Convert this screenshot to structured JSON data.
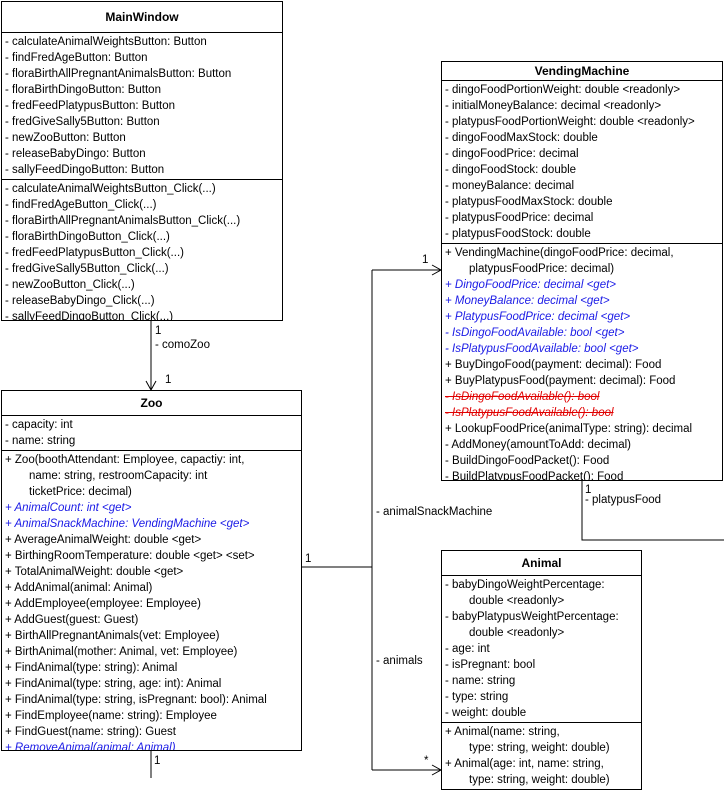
{
  "classes": {
    "mainwindow": {
      "name": "MainWindow",
      "fields": [
        "- calculateAnimalWeightsButton: Button",
        "- findFredAgeButton: Button",
        "- floraBirthAllPregnantAnimalsButton: Button",
        "- floraBirthDingoButton: Button",
        "- fredFeedPlatypusButton: Button",
        "- fredGiveSally5Button: Button",
        "- newZooButton: Button",
        "- releaseBabyDingo: Button",
        "- sallyFeedDingoButton: Button"
      ],
      "methods": [
        "- calculateAnimalWeightsButton_Click(...)",
        "- findFredAgeButton_Click(...)",
        "- floraBirthAllPregnantAnimalsButton_Click(...)",
        "- floraBirthDingoButton_Click(...)",
        "- fredFeedPlatypusButton_Click(...)",
        "- fredGiveSally5Button_Click(...)",
        "- newZooButton_Click(...)",
        "- releaseBabyDingo_Click(...)",
        "- sallyFeedDingoButton_Click(...)"
      ]
    },
    "vendingmachine": {
      "name": "VendingMachine",
      "fields": [
        "- dingoFoodPortionWeight: double <readonly>",
        "- initialMoneyBalance: decimal <readonly>",
        "- platypusFoodPortionWeight: double <readonly>",
        "- dingoFoodMaxStock: double",
        "- dingoFoodPrice: decimal",
        "- dingoFoodStock: double",
        "- moneyBalance: decimal",
        "- platypusFoodMaxStock: double",
        "- platypusFoodPrice: decimal",
        "- platypusFoodStock: double"
      ],
      "methods": [
        {
          "text": "+ VendingMachine(dingoFoodPrice: decimal,",
          "style": "normal"
        },
        {
          "text": "platypusFoodPrice: decimal)",
          "style": "cont"
        },
        {
          "text": "+ DingoFoodPrice: decimal <get>",
          "style": "prop"
        },
        {
          "text": "+ MoneyBalance: decimal <get>",
          "style": "prop"
        },
        {
          "text": "+ PlatypusFoodPrice: decimal <get>",
          "style": "prop"
        },
        {
          "text": "- IsDingoFoodAvailable: bool <get>",
          "style": "prop"
        },
        {
          "text": "- IsPlatypusFoodAvailable: bool <get>",
          "style": "prop"
        },
        {
          "text": "+ BuyDingoFood(payment: decimal): Food",
          "style": "normal"
        },
        {
          "text": "+ BuyPlatypusFood(payment: decimal): Food",
          "style": "normal"
        },
        {
          "text": "- IsDingoFoodAvailable(): bool",
          "style": "strike"
        },
        {
          "text": "- IsPlatypusFoodAvailable(): bool",
          "style": "strike"
        },
        {
          "text": "+ LookupFoodPrice(animalType: string): decimal",
          "style": "normal"
        },
        {
          "text": "- AddMoney(amountToAdd: decimal)",
          "style": "normal"
        },
        {
          "text": "- BuildDingoFoodPacket(): Food",
          "style": "normal"
        },
        {
          "text": "- BuildPlatypusFoodPacket(): Food",
          "style": "normal"
        }
      ]
    },
    "zoo": {
      "name": "Zoo",
      "fields": [
        "- capacity: int",
        "- name: string"
      ],
      "methods": [
        {
          "text": "+ Zoo(boothAttendant: Employee, capactiy: int,",
          "style": "normal"
        },
        {
          "text": "name: string, restroomCapacity: int",
          "style": "cont"
        },
        {
          "text": "ticketPrice: decimal)",
          "style": "cont"
        },
        {
          "text": "+ AnimalCount: int <get>",
          "style": "prop"
        },
        {
          "text": "+ AnimalSnackMachine: VendingMachine <get>",
          "style": "prop"
        },
        {
          "text": "+ AverageAnimalWeight: double <get>",
          "style": "normal"
        },
        {
          "text": "+ BirthingRoomTemperature: double <get> <set>",
          "style": "normal"
        },
        {
          "text": "+ TotalAnimalWeight: double <get>",
          "style": "normal"
        },
        {
          "text": "+ AddAnimal(animal: Animal)",
          "style": "normal"
        },
        {
          "text": "+ AddEmployee(employee: Employee)",
          "style": "normal"
        },
        {
          "text": "+ AddGuest(guest: Guest)",
          "style": "normal"
        },
        {
          "text": "+ BirthAllPregnantAnimals(vet: Employee)",
          "style": "normal"
        },
        {
          "text": "+ BirthAnimal(mother: Animal, vet: Employee)",
          "style": "normal"
        },
        {
          "text": "+ FindAnimal(type: string): Animal",
          "style": "normal"
        },
        {
          "text": "+ FindAnimal(type: string, age: int): Animal",
          "style": "normal"
        },
        {
          "text": "+ FindAnimal(type: string, isPregnant: bool): Animal",
          "style": "normal"
        },
        {
          "text": "+ FindEmployee(name: string): Employee",
          "style": "normal"
        },
        {
          "text": "+ FindGuest(name: string): Guest",
          "style": "normal"
        },
        {
          "text": "+ RemoveAnimal(animal: Animal)",
          "style": "prop"
        }
      ]
    },
    "animal": {
      "name": "Animal",
      "fields": [
        {
          "text": "- babyDingoWeightPercentage:",
          "style": "normal"
        },
        {
          "text": "double <readonly>",
          "style": "cont"
        },
        {
          "text": "- babyPlatypusWeightPercentage:",
          "style": "normal"
        },
        {
          "text": "double <readonly>",
          "style": "cont"
        },
        {
          "text": "- age: int",
          "style": "normal"
        },
        {
          "text": "- isPregnant: bool",
          "style": "normal"
        },
        {
          "text": "- name: string",
          "style": "normal"
        },
        {
          "text": "- type: string",
          "style": "normal"
        },
        {
          "text": "- weight: double",
          "style": "normal"
        }
      ],
      "methods": [
        {
          "text": "+ Animal(name: string,",
          "style": "normal"
        },
        {
          "text": "type: string, weight: double)",
          "style": "cont"
        },
        {
          "text": "+ Animal(age: int, name: string,",
          "style": "normal"
        },
        {
          "text": "type: string, weight: double)",
          "style": "cont"
        }
      ]
    }
  },
  "labels": {
    "mw_zoo_mult_top": "1",
    "mw_zoo_role": "- comoZoo",
    "mw_zoo_mult_bottom": "1",
    "zoo_right_mult": "1",
    "vm_mult": "1",
    "snack_role": "- animalSnackMachine",
    "animals_role": "- animals",
    "animals_mult": "*",
    "platypus_mult": "1",
    "platypus_role": "- platypusFood",
    "zoo_bottom_mult": "1"
  },
  "colors": {
    "property": "#1a1ae6",
    "removed": "#e00000"
  }
}
